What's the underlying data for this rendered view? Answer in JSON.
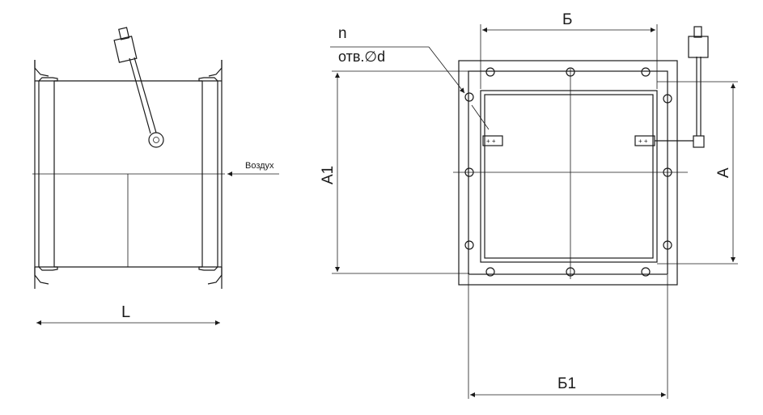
{
  "labels": {
    "length": "L",
    "airflow": "Воздух",
    "height_flange": "A1",
    "height": "A",
    "width": "Б",
    "width_flange": "Б1",
    "hole_count": "n",
    "hole_diameter": "отв.∅d"
  },
  "colors": {
    "line": "#1a1a1a",
    "background": "#ffffff"
  }
}
